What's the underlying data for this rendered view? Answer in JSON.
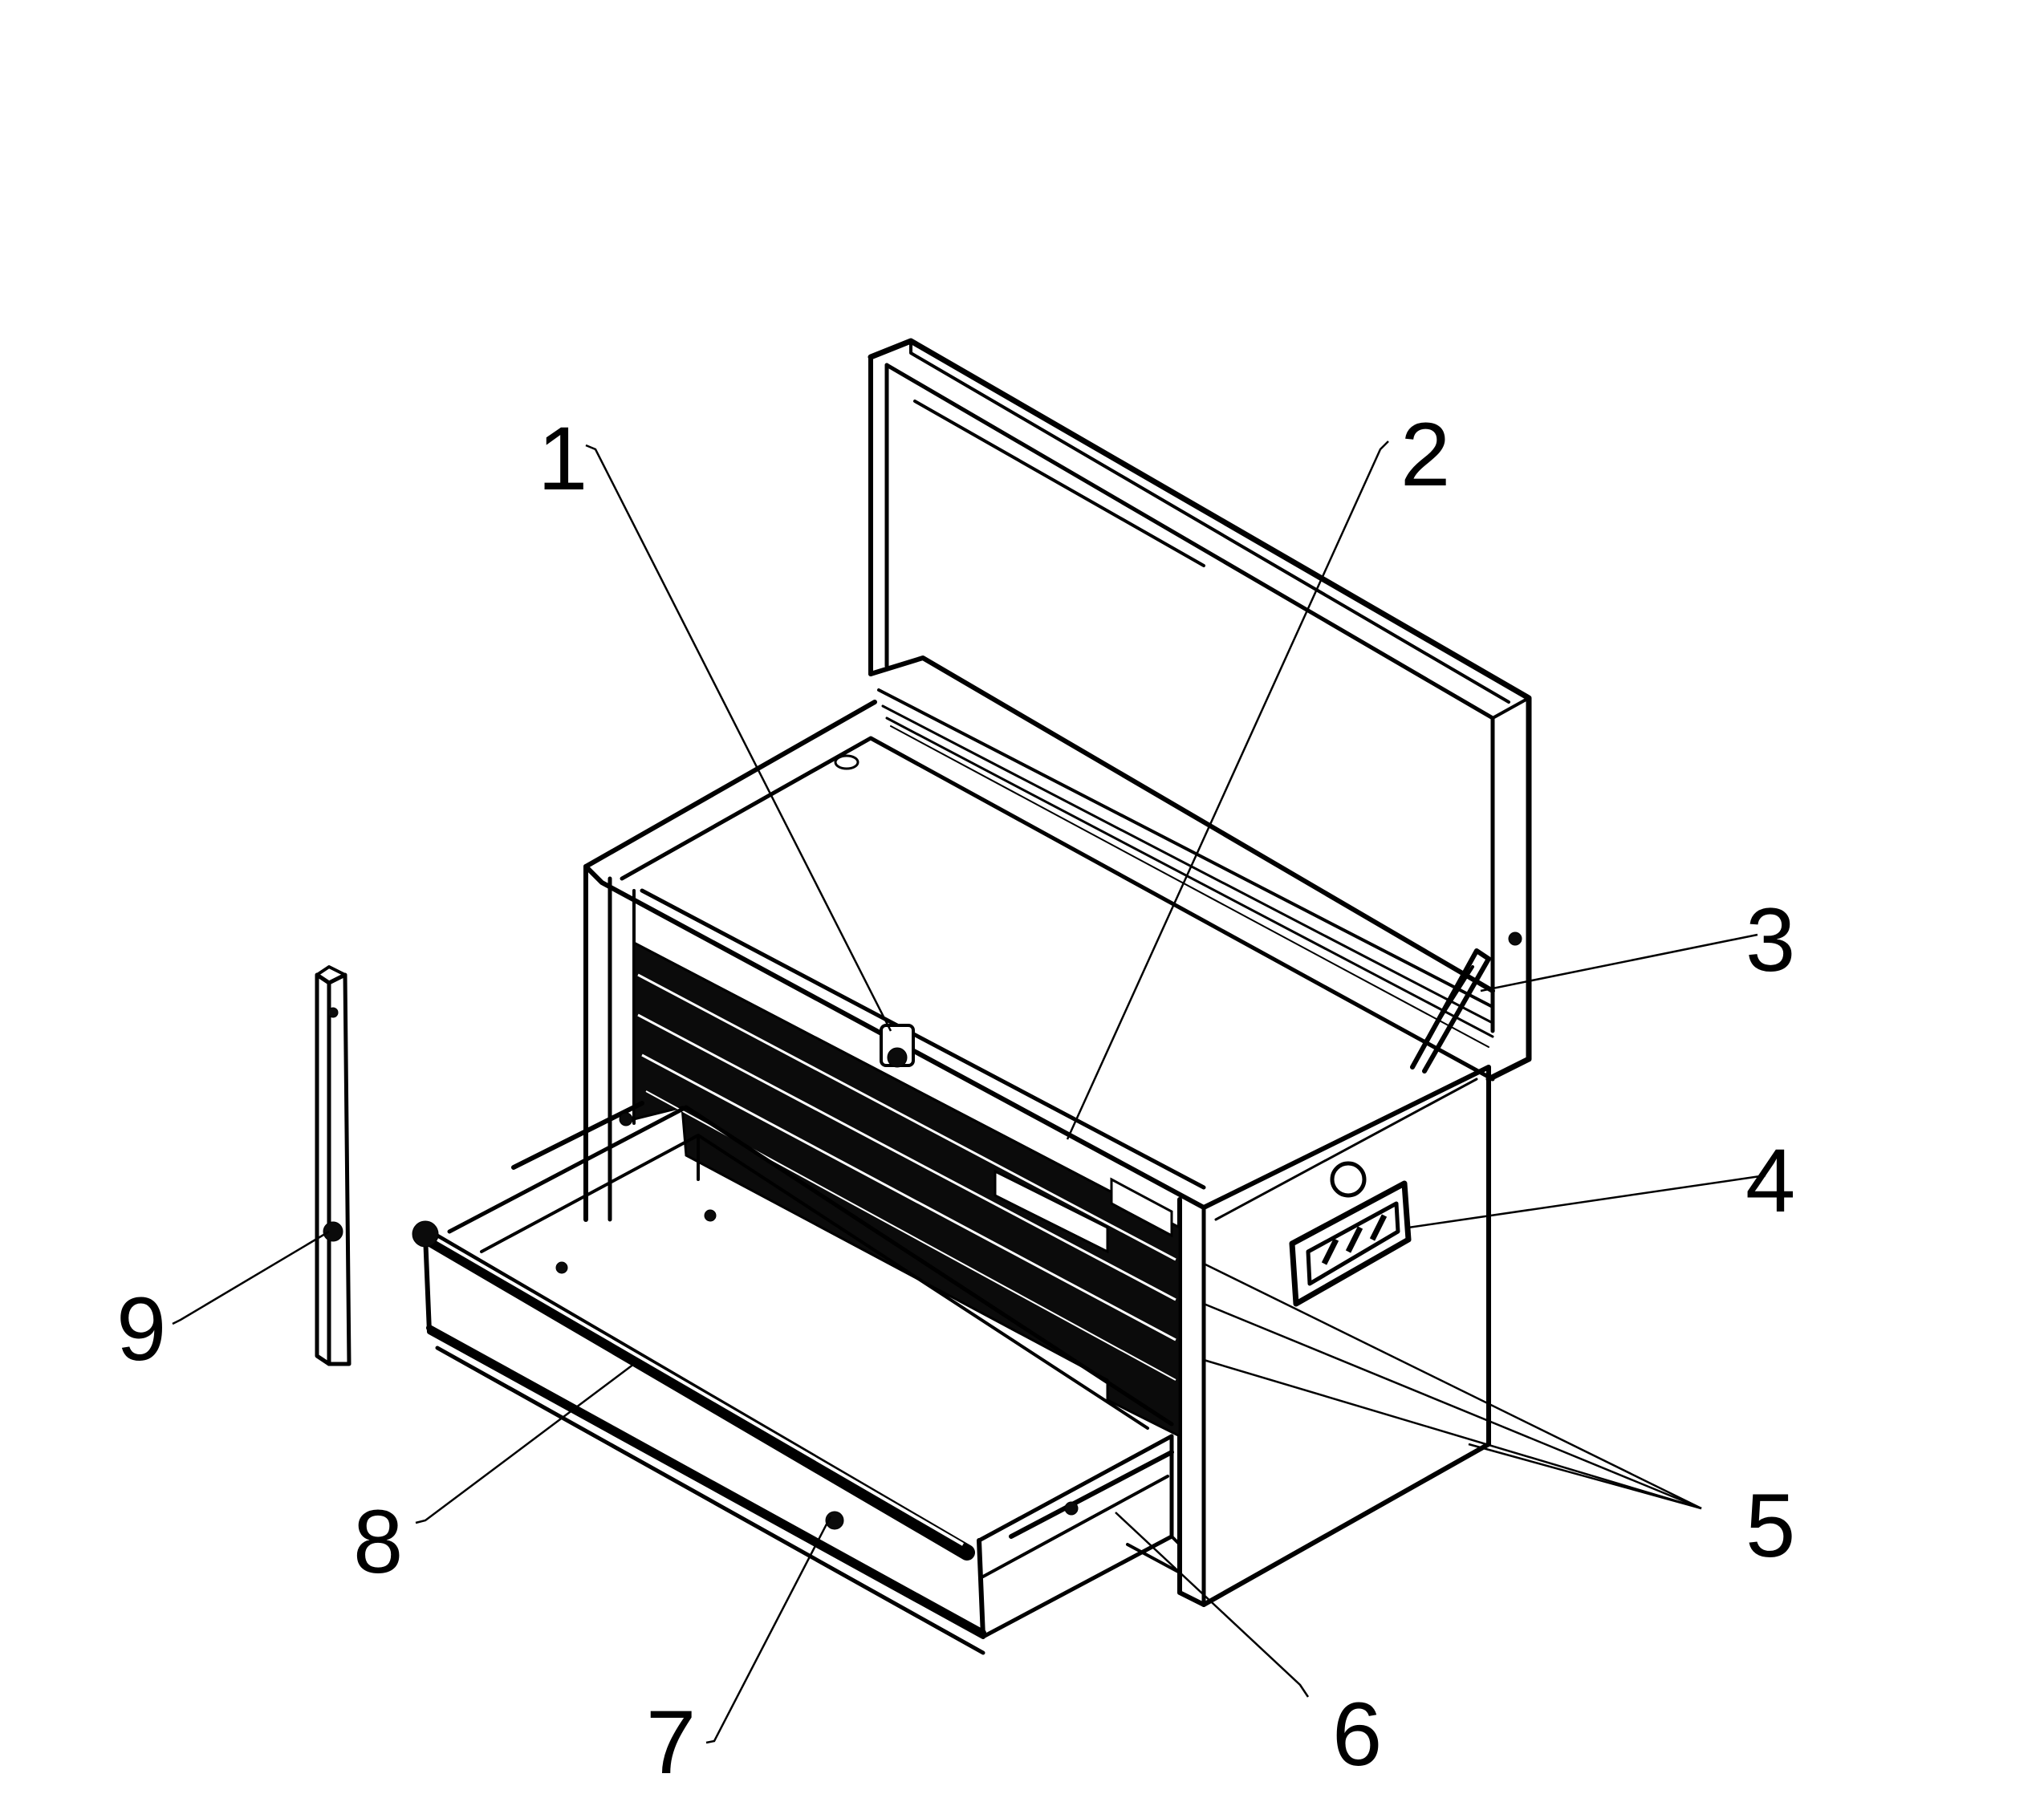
{
  "figure": {
    "kind": "patent-style line drawing",
    "subject": "tool chest with open lid and open drawer",
    "callouts": [
      {
        "id": "1",
        "text": "1"
      },
      {
        "id": "2",
        "text": "2"
      },
      {
        "id": "3",
        "text": "3"
      },
      {
        "id": "4",
        "text": "4"
      },
      {
        "id": "5",
        "text": "5"
      },
      {
        "id": "6",
        "text": "6"
      },
      {
        "id": "7",
        "text": "7"
      },
      {
        "id": "8",
        "text": "8"
      },
      {
        "id": "9",
        "text": "9"
      }
    ]
  }
}
